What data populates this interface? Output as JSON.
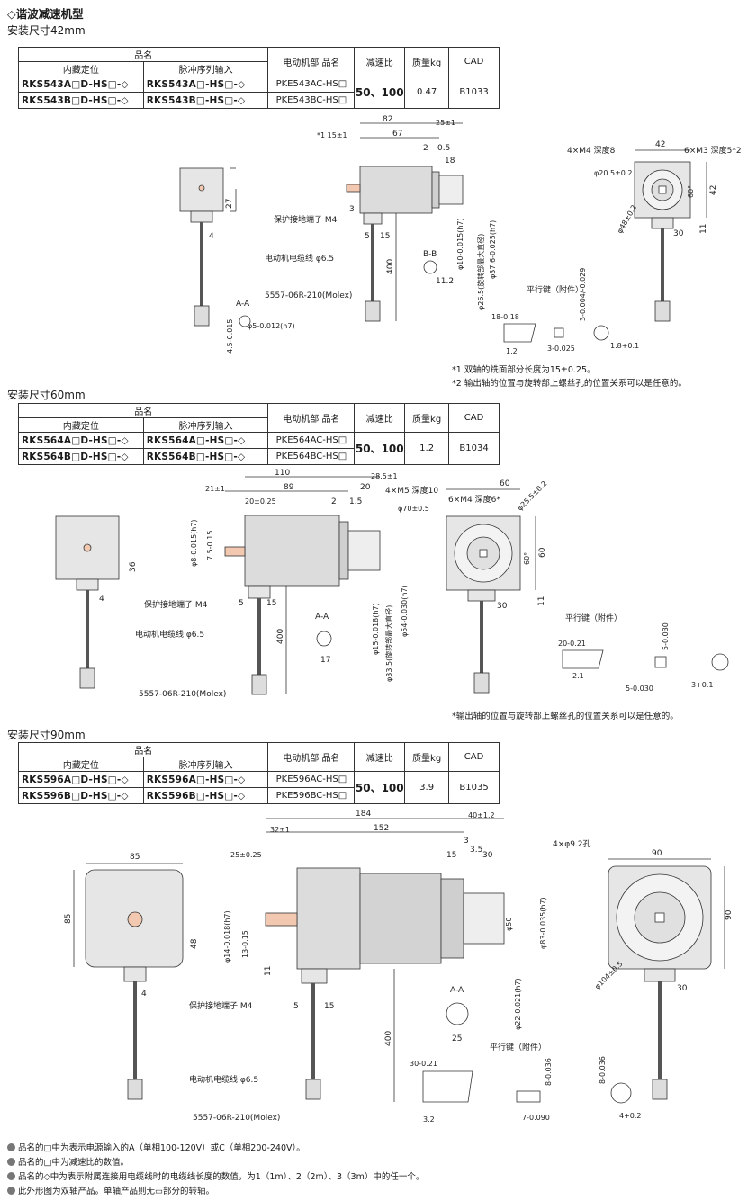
{
  "header": {
    "title": "◇谐波减速机型"
  },
  "columns": {
    "product": "品名",
    "internal": "内藏定位",
    "pulse": "脉冲序列输入",
    "motor": "电动机部 品名",
    "ratio": "减速比",
    "mass": "质量kg",
    "cad": "CAD"
  },
  "sections": [
    {
      "size_label": "安装尺寸42mm",
      "rows": [
        {
          "internal": "RKS543A□D-HS□-◇",
          "pulse": "RKS543A□-HS□-◇",
          "motor": "PKE543AC-HS□"
        },
        {
          "internal": "RKS543B□D-HS□-◇",
          "pulse": "RKS543B□-HS□-◇",
          "motor": "PKE543BC-HS□"
        }
      ],
      "ratio": "50、100",
      "mass": "0.47",
      "cad": "B1033"
    },
    {
      "size_label": "安装尺寸60mm",
      "rows": [
        {
          "internal": "RKS564A□D-HS□-◇",
          "pulse": "RKS564A□-HS□-◇",
          "motor": "PKE564AC-HS□"
        },
        {
          "internal": "RKS564B□D-HS□-◇",
          "pulse": "RKS564B□-HS□-◇",
          "motor": "PKE564BC-HS□"
        }
      ],
      "ratio": "50、100",
      "mass": "1.2",
      "cad": "B1034"
    },
    {
      "size_label": "安装尺寸90mm",
      "rows": [
        {
          "internal": "RKS596A□D-HS□-◇",
          "pulse": "RKS596A□-HS□-◇",
          "motor": "PKE596AC-HS□"
        },
        {
          "internal": "RKS596B□D-HS□-◇",
          "pulse": "RKS596B□-HS□-◇",
          "motor": "PKE596BC-HS□"
        }
      ],
      "ratio": "50、100",
      "mass": "3.9",
      "cad": "B1035"
    }
  ],
  "drawing_labels": {
    "ground": "保护接地端子 M4",
    "cable": "电动机电缆线 φ6.5",
    "connector": "5557-06R-210(Molex)",
    "key": "平行键（附件）",
    "aa": "A-A",
    "bb": "B-B",
    "d42": {
      "l82": "82",
      "l25": "25±1",
      "l15": "*1 15±1",
      "l67": "67",
      "l2": "2",
      "l05": "0.5",
      "l18": "18",
      "l27": "27",
      "l4": "4",
      "l3": "3",
      "l5": "5",
      "l15b": "15",
      "l400": "400",
      "l112": "11.2",
      "l45": "4.5-0.015",
      "phi5": "φ5-0.012(h7)",
      "phi10": "φ10-0.015(h7)",
      "phi265": "φ26.5(旋转部最大直径)",
      "phi376": "φ37.6-0.025(h7)",
      "k18": "18-0.18",
      "k12": "1.2",
      "k3a": "3-0.025",
      "k3b": "3-0.004/-0.029",
      "k18b": "1.8+0.1",
      "w42": "42",
      "m4": "4×M4 深度8",
      "m3": "6×M3 深度5*2",
      "phi205": "φ20.5±0.2",
      "phi48": "φ48±0.2",
      "a60": "60°",
      "h42": "42",
      "w30": "30",
      "w11": "11"
    },
    "notes42": [
      "*1 双轴的铣面部分长度为15±0.25。",
      "*2 输出轴的位置与旋转部上螺丝孔的位置关系可以是任意的。"
    ],
    "d60": {
      "l110": "110",
      "l285": "28.5±1",
      "l21": "21±1",
      "l89": "89",
      "l20": "20",
      "l20b": "20±0.25",
      "l2": "2",
      "l15": "1.5",
      "phi8": "φ8-0.015(h7)",
      "l75": "7.5-0.15",
      "l36": "36",
      "l4": "4",
      "l5": "5",
      "l15b": "15",
      "l400": "400",
      "l17": "17",
      "phi15": "φ15-0.018(h7)",
      "phi335": "φ33.5(旋转部最大直径)",
      "phi54": "φ54-0.030(h7)",
      "w60": "60",
      "m5": "4×M5 深度10",
      "m4": "6×M4 深度6*",
      "phi70": "φ70±0.5",
      "phi255": "φ25.5±0.2",
      "a60": "60°",
      "h60": "60",
      "w30": "30",
      "w11": "11",
      "k20": "20-0.21",
      "k21": "2.1",
      "k5a": "5-0.030",
      "k5b": "5-0.030",
      "k3": "3+0.1"
    },
    "notes60": [
      "*输出轴的位置与旋转部上螺丝孔的位置关系可以是任意的。"
    ],
    "d90": {
      "l184": "184",
      "l40": "40±1.2",
      "l32": "32±1",
      "l152": "152",
      "l3": "3",
      "l35": "3.5",
      "l25": "25±0.25",
      "l15": "15",
      "l30": "30",
      "w85": "85",
      "h85": "85",
      "l48": "48",
      "phi14": "φ14-0.018(h7)",
      "l13": "13-0.15",
      "l11": "11",
      "l4": "4",
      "l5": "5",
      "l15b": "15",
      "l400": "400",
      "l25b": "25",
      "phi50": "φ50",
      "phi83": "φ83-0.035(h7)",
      "phi22": "φ22-0.021(h7)",
      "hole": "4×φ9.2孔",
      "w90": "90",
      "h90": "90",
      "phi104": "φ104±0.5",
      "w30": "30",
      "k30": "30-0.21",
      "k32": "3.2",
      "k8a": "8-0.036",
      "k8b": "8-0.036",
      "k7": "7-0.090",
      "k4": "4+0.2"
    }
  },
  "footnotes": [
    "品名的□中为表示电源输入的A（单相100-120V）或C（单相200-240V）。",
    "品名的□中为减速比的数值。",
    "品名的◇中为表示附属连接用电缆线时的电缆线长度的数值，为1（1m）、2（2m）、3（3m）中的任一个。",
    "此外形图为双轴产品。单轴产品则无▭部分的转轴。"
  ],
  "colors": {
    "accent": "#f2c9b0",
    "line": "#333333",
    "body": "#d9d9d9"
  }
}
